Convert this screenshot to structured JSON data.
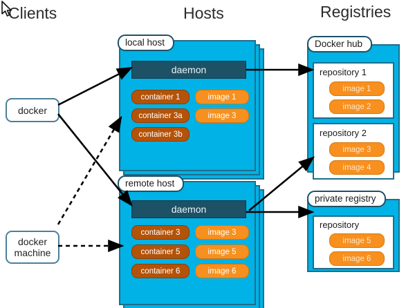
{
  "headers": {
    "clients": "Clients",
    "hosts": "Hosts",
    "registries": "Registries"
  },
  "cursor": {
    "icon": "mouse-pointer-icon"
  },
  "clients": [
    {
      "id": "docker",
      "label": "docker"
    },
    {
      "id": "docker-machine",
      "label": "docker machine"
    }
  ],
  "hosts": [
    {
      "id": "local-host",
      "label": "local host",
      "daemon": "daemon",
      "containers": [
        "container 1",
        "container 3a",
        "container 3b"
      ],
      "images": [
        "image 1",
        "image 3"
      ]
    },
    {
      "id": "remote-host",
      "label": "remote host",
      "daemon": "daemon",
      "containers": [
        "container 3",
        "container 5",
        "container 6"
      ],
      "images": [
        "image 3",
        "image 5",
        "image 6"
      ]
    }
  ],
  "registries": [
    {
      "id": "docker-hub",
      "label": "Docker hub",
      "repositories": [
        {
          "name": "repository 1",
          "images": [
            "image 1",
            "image 2"
          ]
        },
        {
          "name": "repository 2",
          "images": [
            "image 3",
            "image 4"
          ]
        }
      ]
    },
    {
      "id": "private-registry",
      "label": "private registry",
      "repositories": [
        {
          "name": "repository",
          "images": [
            "image 5",
            "image 6"
          ]
        }
      ]
    }
  ],
  "connections": [
    {
      "from": "docker",
      "to": "local-host-daemon",
      "style": "solid"
    },
    {
      "from": "docker",
      "to": "remote-host-daemon",
      "style": "solid"
    },
    {
      "from": "docker-machine",
      "to": "local-host",
      "style": "dashed"
    },
    {
      "from": "docker-machine",
      "to": "remote-host",
      "style": "dashed"
    },
    {
      "from": "local-host-daemon",
      "to": "repository-1",
      "style": "solid"
    },
    {
      "from": "remote-host-daemon",
      "to": "repository-2",
      "style": "solid"
    },
    {
      "from": "remote-host-daemon",
      "to": "private-registry",
      "style": "solid"
    }
  ],
  "colors": {
    "host_blue": "#00b2e5",
    "host_border": "#1d6e8c",
    "daemon": "#1d5166",
    "container": "#b35309",
    "image": "#f7901e",
    "client_border": "#4a7f99",
    "background": "#ffffff"
  }
}
